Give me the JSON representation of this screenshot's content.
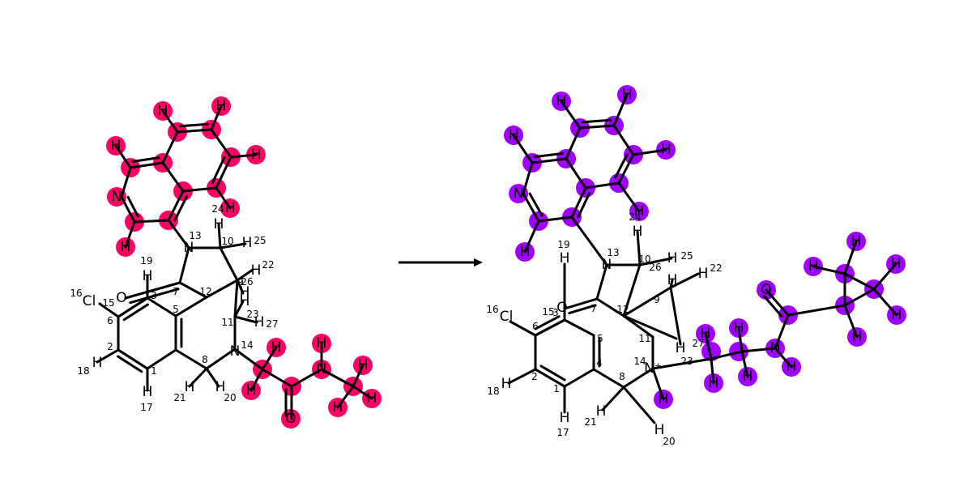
{
  "reaction": {
    "reactant": {
      "highlight_color": "#ff0066",
      "atom_labels": {
        "n_ring": "N",
        "n13": "N",
        "n14": "N",
        "n_amide": "N",
        "o_ketone": "O",
        "o_amide": "O",
        "cl": "Cl",
        "h": "H"
      },
      "atom_numbers": [
        "1",
        "2",
        "3",
        "5",
        "6",
        "7",
        "8",
        "9",
        "10",
        "11",
        "12",
        "13",
        "14",
        "15",
        "16",
        "17",
        "18",
        "19",
        "20",
        "21",
        "22",
        "23",
        "24",
        "25",
        "26",
        "27"
      ]
    },
    "arrow": "reaction-arrow",
    "product": {
      "highlight_color": "#a000ff",
      "atom_labels": {
        "n_ring": "N",
        "n13": "N",
        "n14": "N⁺",
        "n_amide": "N",
        "o_ketone": "O",
        "o_amide": "O",
        "cl": "Cl",
        "h": "H"
      },
      "atom_numbers": [
        "1",
        "2",
        "3",
        "4",
        "5",
        "6",
        "7",
        "8",
        "9",
        "10",
        "11",
        "12",
        "13",
        "14",
        "15",
        "16",
        "17",
        "18",
        "19",
        "20",
        "21",
        "22",
        "23",
        "24",
        "25",
        "26",
        "27"
      ]
    }
  }
}
